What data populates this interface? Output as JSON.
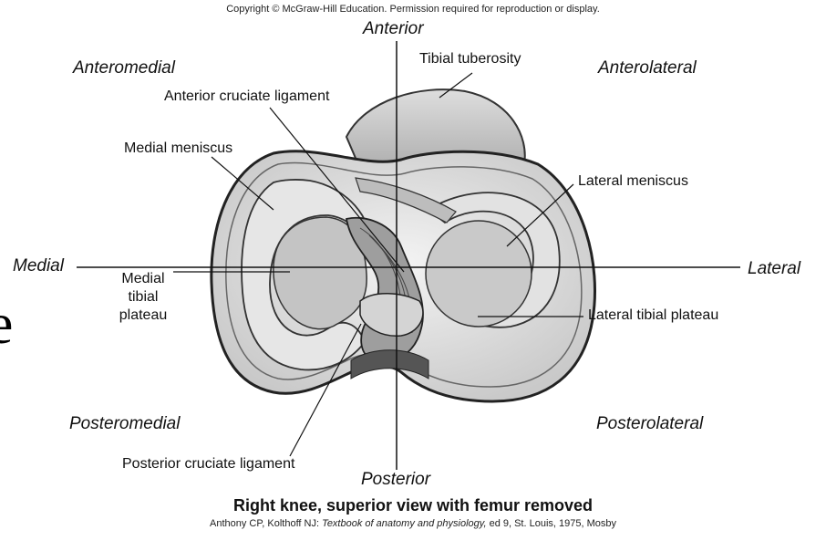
{
  "copyright": "Copyright © McGraw-Hill Education. Permission required for reproduction or display.",
  "directions": {
    "anterior": "Anterior",
    "posterior": "Posterior",
    "medial": "Medial",
    "lateral": "Lateral",
    "anteromedial": "Anteromedial",
    "anterolateral": "Anterolateral",
    "posteromedial": "Posteromedial",
    "posterolateral": "Posterolateral"
  },
  "labels": {
    "tibial_tuberosity": "Tibial tuberosity",
    "anterior_cruciate_ligament": "Anterior cruciate ligament",
    "medial_meniscus": "Medial meniscus",
    "lateral_meniscus": "Lateral meniscus",
    "medial_tibial_plateau": [
      "Medial",
      "tibial",
      "plateau"
    ],
    "lateral_tibial_plateau": "Lateral tibial plateau",
    "posterior_cruciate_ligament": "Posterior cruciate ligament"
  },
  "caption": "Right knee, superior view with femur removed",
  "citation": {
    "authors": "Anthony CP, Kolthoff NJ: ",
    "book": "Textbook of anatomy and physiology,",
    "rest": " ed 9, St. Louis, 1975, Mosby"
  },
  "edge_glyph": "e"
}
